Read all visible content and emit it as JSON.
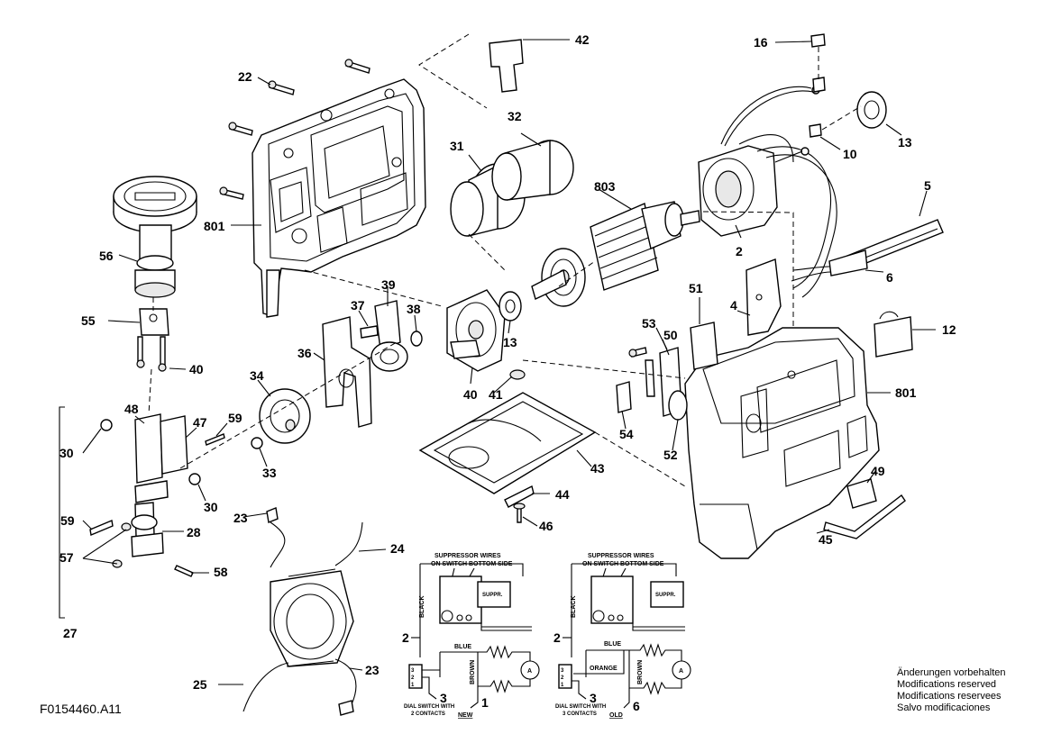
{
  "diagram_code": "F0154460.A11",
  "notice_lines": [
    "Änderungen vorbehalten",
    "Modifications reserved",
    "Modifications reservees",
    "Salvo modificaciones"
  ],
  "part_labels": [
    "42",
    "22",
    "16",
    "13",
    "32",
    "31",
    "10",
    "803",
    "801",
    "5",
    "56",
    "2",
    "6",
    "39",
    "37",
    "38",
    "51",
    "4",
    "12",
    "55",
    "53",
    "50",
    "36",
    "13",
    "40",
    "41",
    "40",
    "801",
    "34",
    "54",
    "48",
    "47",
    "59",
    "52",
    "30",
    "33",
    "43",
    "49",
    "30",
    "23",
    "44",
    "59",
    "28",
    "46",
    "45",
    "24",
    "57",
    "58",
    "27",
    "25",
    "23",
    "2",
    "3",
    "1",
    "2",
    "3",
    "6"
  ],
  "schematics": {
    "new": {
      "suppressor_line1": "SUPPRESSOR WIRES",
      "suppressor_line2": "ON SWITCH BOTTOM SIDE",
      "suppr_box": "SUPPR.",
      "black": "BLACK",
      "blue": "BLUE",
      "brown": "BROWN",
      "motor": "A",
      "dial_line1": "DIAL SWITCH WITH",
      "dial_line2": "2 CONTACTS",
      "caption": "NEW"
    },
    "old": {
      "suppressor_line1": "SUPPRESSOR WIRES",
      "suppressor_line2": "ON SWITCH BOTTOM SIDE",
      "suppr_box": "SUPPR.",
      "black": "BLACK",
      "blue": "BLUE",
      "orange": "ORANGE",
      "brown": "BROWN",
      "motor": "A",
      "dial_line1": "DIAL SWITCH WITH",
      "dial_line2": "3 CONTACTS",
      "caption": "OLD"
    }
  }
}
